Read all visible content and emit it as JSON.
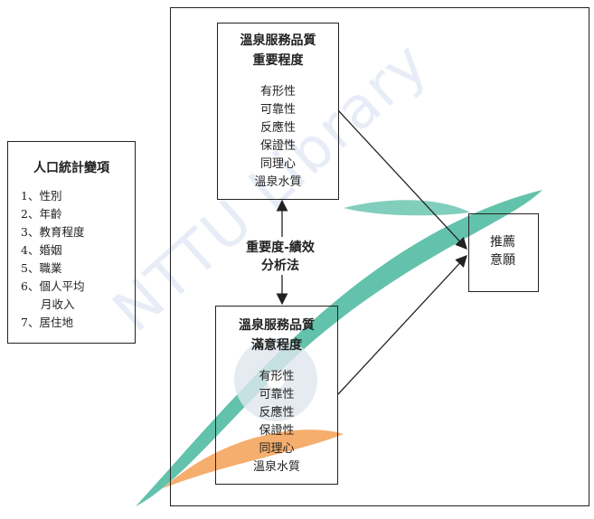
{
  "demographics": {
    "title": "人口統計變項",
    "items": [
      "1、性別",
      "2、年齡",
      "3、教育程度",
      "4、婚姻",
      "5、職業",
      "6、個人平均",
      "月收入",
      "7、居住地"
    ]
  },
  "importance_box": {
    "title_line1": "溫泉服務品質",
    "title_line2": "重要程度",
    "items": [
      "有形性",
      "可靠性",
      "反應性",
      "保證性",
      "同理心",
      "溫泉水質"
    ]
  },
  "satisfaction_box": {
    "title_line1": "溫泉服務品質",
    "title_line2": "滿意程度",
    "items": [
      "有形性",
      "可靠性",
      "反應性",
      "保證性",
      "同理心",
      "溫泉水質"
    ]
  },
  "method": {
    "line1": "重要度-績效",
    "line2": "分析法"
  },
  "result": {
    "line1": "推薦",
    "line2": "意願"
  },
  "watermark": "NTTU Library",
  "colors": {
    "watermark_teal": "#2fae8f",
    "watermark_orange": "#f39a4a",
    "line": "#222222"
  }
}
